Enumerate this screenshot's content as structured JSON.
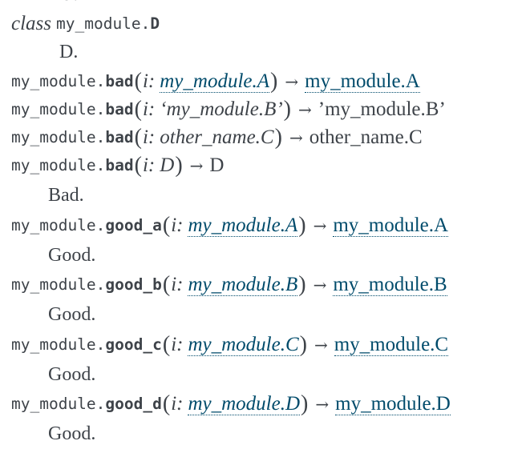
{
  "top_cut_text": "C.",
  "class_block": {
    "keyword": "class",
    "prefix": "my_module.",
    "name": "D",
    "description": "D."
  },
  "functions": [
    {
      "prefix": "my_module.",
      "name": "bad",
      "param": "i:",
      "type": "my_module.A",
      "type_linked": true,
      "arrow": "→",
      "return": "my_module.A",
      "return_linked": true
    },
    {
      "prefix": "my_module.",
      "name": "bad",
      "param": "i:",
      "type": "‘my_module.B’",
      "type_linked": false,
      "arrow": "→",
      "return": "’my_module.B’",
      "return_linked": false
    },
    {
      "prefix": "my_module.",
      "name": "bad",
      "param": "i:",
      "type": "other_name.C",
      "type_linked": false,
      "arrow": "→",
      "return": "other_name.C",
      "return_linked": false
    },
    {
      "prefix": "my_module.",
      "name": "bad",
      "param": "i:",
      "type": "D",
      "type_linked": false,
      "arrow": "→",
      "return": "D",
      "return_linked": false,
      "description": "Bad."
    },
    {
      "prefix": "my_module.",
      "name": "good_a",
      "param": "i:",
      "type": "my_module.A",
      "type_linked": true,
      "arrow": "→",
      "return": "my_module.A",
      "return_linked": true,
      "description": "Good."
    },
    {
      "prefix": "my_module.",
      "name": "good_b",
      "param": "i:",
      "type": "my_module.B",
      "type_linked": true,
      "arrow": "→",
      "return": "my_module.B",
      "return_linked": true,
      "description": "Good."
    },
    {
      "prefix": "my_module.",
      "name": "good_c",
      "param": "i:",
      "type": "my_module.C",
      "type_linked": true,
      "arrow": "→",
      "return": "my_module.C",
      "return_linked": true,
      "description": "Good."
    },
    {
      "prefix": "my_module.",
      "name": "good_d",
      "param": "i:",
      "type": "my_module.D",
      "type_linked": true,
      "arrow": "→",
      "return": "my_module.D",
      "return_linked": true,
      "description": "Good."
    }
  ],
  "colors": {
    "text": "#3e4349",
    "link": "#004b6b"
  }
}
